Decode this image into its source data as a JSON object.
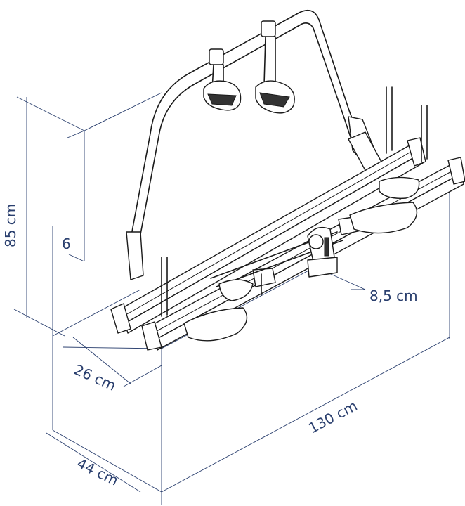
{
  "diagram": {
    "colors": {
      "dimension": "#2a3f6e",
      "outline": "#1a1a1a"
    },
    "labels": {
      "height_total": "85 cm",
      "height_small": "6",
      "offset": "8,5 cm",
      "depth_front": "26 cm",
      "width": "130 cm",
      "depth_base": "44 cm"
    }
  }
}
